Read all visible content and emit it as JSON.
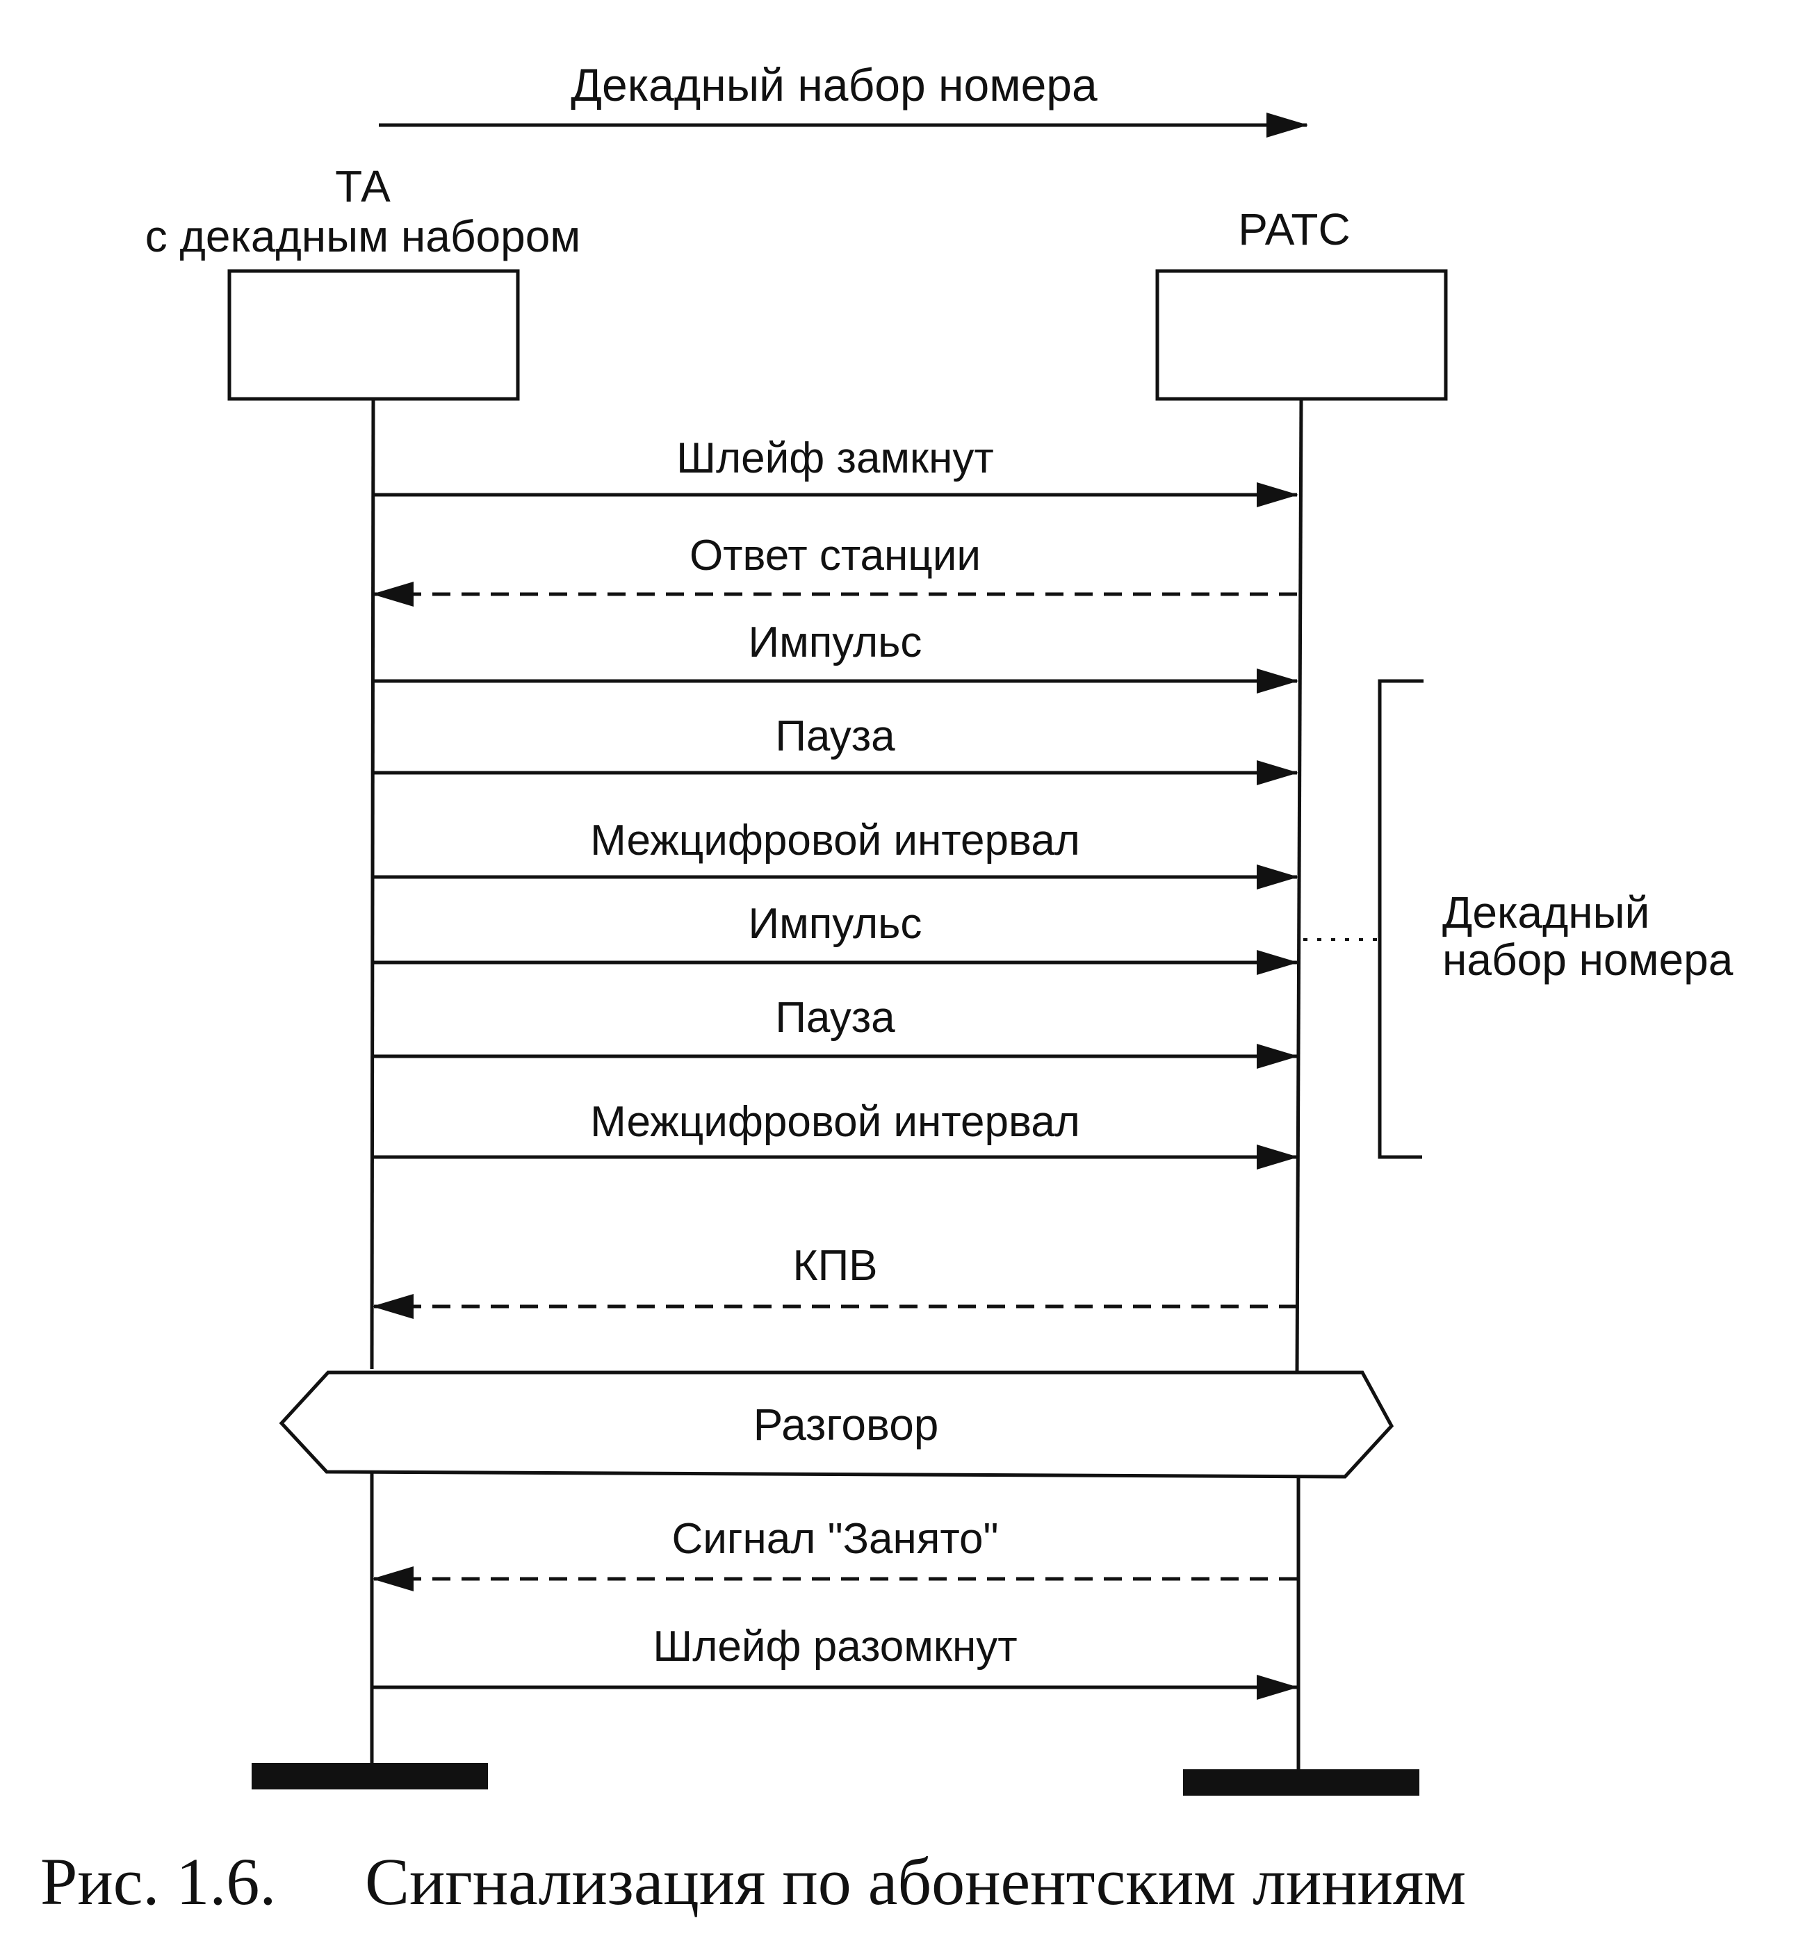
{
  "header": {
    "title": "Декадный набор номера"
  },
  "lanes": {
    "left": {
      "title_line1": "ТА",
      "title_line2": "с декадным набором"
    },
    "right": {
      "title": "РАТС"
    }
  },
  "messages": [
    {
      "label": "Шлейф замкнут",
      "direction": "to-right",
      "style": "solid"
    },
    {
      "label": "Ответ станции",
      "direction": "to-left",
      "style": "dashed"
    },
    {
      "label": "Импульс",
      "direction": "to-right",
      "style": "solid"
    },
    {
      "label": "Пауза",
      "direction": "to-right",
      "style": "solid"
    },
    {
      "label": "Межцифровой интервал",
      "direction": "to-right",
      "style": "solid"
    },
    {
      "label": "Импульс",
      "direction": "to-right",
      "style": "solid"
    },
    {
      "label": "Пауза",
      "direction": "to-right",
      "style": "solid"
    },
    {
      "label": "Межцифровой интервал",
      "direction": "to-right",
      "style": "solid"
    },
    {
      "label": "КПВ",
      "direction": "to-left",
      "style": "dashed"
    }
  ],
  "bracket": {
    "label_line1": "Декадный",
    "label_line2": "набор номера"
  },
  "conversation": {
    "label": "Разговор"
  },
  "after_messages": [
    {
      "label": "Сигнал \"Занято\"",
      "direction": "to-left",
      "style": "dashed"
    },
    {
      "label": "Шлейф разомкнут",
      "direction": "to-right",
      "style": "solid"
    }
  ],
  "caption": {
    "number": "Рис. 1.6.",
    "text": "Сигнализация по абонентским линиям"
  },
  "colors": {
    "ink": "#111111",
    "paper": "#ffffff"
  }
}
